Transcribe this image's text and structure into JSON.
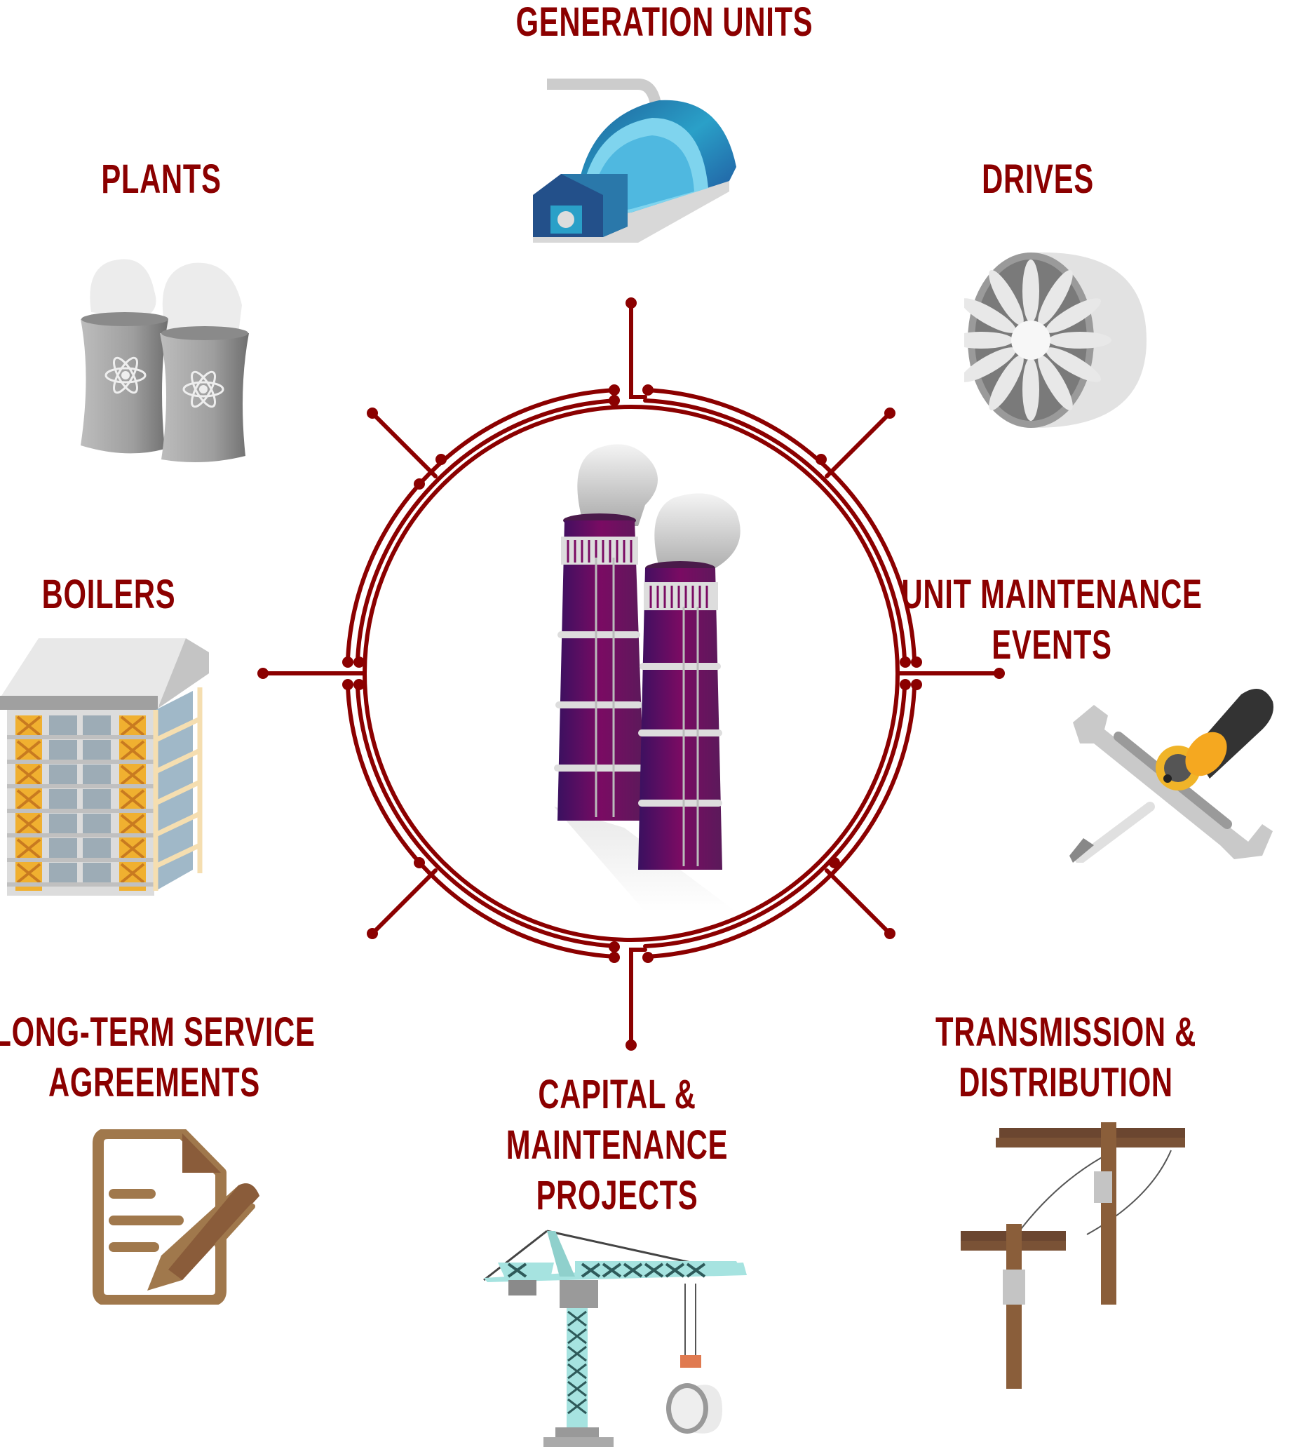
{
  "diagram": {
    "title": "Power generation asset hub",
    "accent_color": "#8b0000",
    "center": {
      "icon": "smokestacks-icon",
      "name": "Power Plant Smokestacks"
    },
    "nodes": [
      {
        "id": "generation-units",
        "lines": [
          "GENERATION UNITS"
        ],
        "icon": "turbine-generator-icon",
        "position": "top"
      },
      {
        "id": "drives",
        "lines": [
          "DRIVES"
        ],
        "icon": "jet-turbine-icon",
        "position": "top-right"
      },
      {
        "id": "unit-maintenance-events",
        "lines": [
          "UNIT MAINTENANCE",
          "EVENTS"
        ],
        "icon": "wrench-screwdriver-icon",
        "position": "right"
      },
      {
        "id": "transmission-distribution",
        "lines": [
          "TRANSMISSION &",
          "DISTRIBUTION"
        ],
        "icon": "utility-poles-icon",
        "position": "bottom-right"
      },
      {
        "id": "capital-maintenance-projects",
        "lines": [
          "CAPITAL &",
          "MAINTENANCE",
          "PROJECTS"
        ],
        "icon": "crane-icon",
        "position": "bottom"
      },
      {
        "id": "long-term-service-agreements",
        "lines": [
          "LONG-TERM SERVICE",
          "AGREEMENTS"
        ],
        "icon": "contract-pen-icon",
        "position": "bottom-left"
      },
      {
        "id": "boilers",
        "lines": [
          "BOILERS"
        ],
        "icon": "building-icon",
        "position": "left"
      },
      {
        "id": "plants",
        "lines": [
          "PLANTS"
        ],
        "icon": "cooling-towers-icon",
        "position": "top-left"
      }
    ]
  }
}
